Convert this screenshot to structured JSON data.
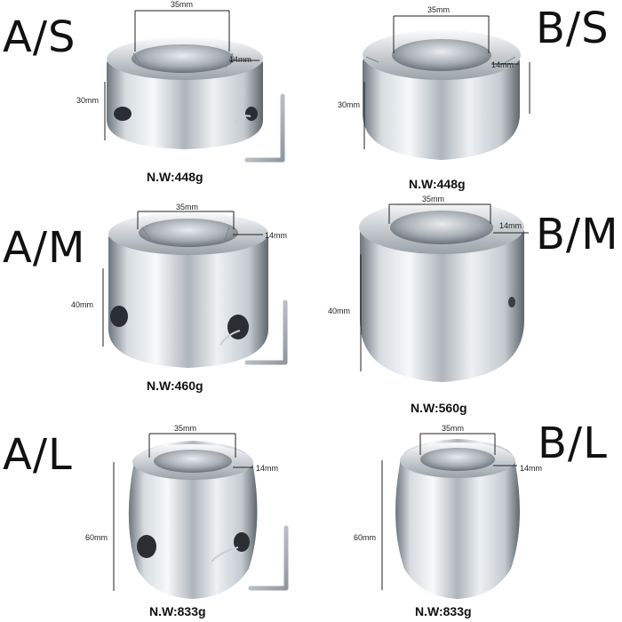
{
  "products": [
    {
      "variant": "A/S",
      "inner_diameter": "35mm",
      "wall": "14mm",
      "height": "30mm",
      "weight": "N.W:448g"
    },
    {
      "variant": "B/S",
      "inner_diameter": "35mm",
      "wall": "14mm",
      "height": "30mm",
      "weight": "N.W:448g"
    },
    {
      "variant": "A/M",
      "inner_diameter": "35mm",
      "wall": "14mm",
      "height": "40mm",
      "weight": "N.W:460g"
    },
    {
      "variant": "B/M",
      "inner_diameter": "35mm",
      "wall": "14mm",
      "height": "40mm",
      "weight": "N.W:560g"
    },
    {
      "variant": "A/L",
      "inner_diameter": "35mm",
      "wall": "14mm",
      "height": "60mm",
      "weight": "N.W:833g"
    },
    {
      "variant": "B/L",
      "inner_diameter": "35mm",
      "wall": "14mm",
      "height": "60mm",
      "weight": "N.W:833g"
    }
  ],
  "colors": {
    "steel_light": "#f4f6f8",
    "steel_mid": "#b9c0c6",
    "steel_dark": "#5e666d",
    "hole": "#2a2d31"
  },
  "icons": {
    "tool": "allen-key-icon"
  }
}
